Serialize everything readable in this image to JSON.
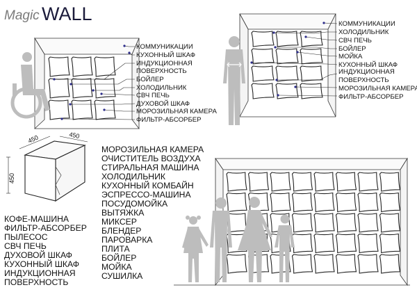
{
  "logo": {
    "magic": "Magic",
    "wall": "WALL"
  },
  "dimensions": {
    "width": "450",
    "depth": "450",
    "height": "450"
  },
  "wall1_labels": [
    "КОММУНИКАЦИИ",
    "КУХОННЫЙ ШКАФ",
    "ИНДУКЦИОННАЯ",
    "ПОВЕРХНОСТЬ",
    "БОЙЛЕР",
    "ХОЛОДИЛЬНИК",
    "СВЧ ПЕЧЬ",
    "ДУХОВОЙ ШКАФ",
    "МОРОЗИЛЬНАЯ КАМЕРА",
    "ФИЛЬТР-АБСОРБЕР"
  ],
  "wall2_labels": [
    "КОММУНИКАЦИИ",
    "ХОЛОДИЛЬНИК",
    "СВЧ ПЕЧЬ",
    "БОЙЛЕР",
    "МОЙКА",
    "КУХОННЫЙ ШКАФ",
    "ИНДУКЦИОННАЯ",
    "ПОВЕРХНОСТЬ",
    "МОРОЗИЛЬНАЯ КАМЕРА",
    "ФИЛЬТР-АБСОРБЕР"
  ],
  "list_center": [
    "МОРОЗИЛЬНАЯ КАМЕРА",
    "ОЧИСТИТЕЛЬ ВОЗДУХА",
    "СТИРАЛЬНАЯ МАШИНА",
    "ХОЛОДИЛЬНИК",
    "КУХОННЫЙ КОМБАЙН",
    "ЭСПРЕССО-МАШИНА",
    "ПОСУДОМОЙКА",
    "ВЫТЯЖКА",
    "МИКСЕР",
    "БЛЕНДЕР",
    "ПАРОВАРКА",
    "ПЛИТА",
    "БОЙЛЕР",
    "МОЙКА",
    "СУШИЛКА"
  ],
  "list_left": [
    "КОФЕ-МАШИНА",
    "ФИЛЬТР-АБСОРБЕР",
    "ПЫЛЕСОС",
    "СВЧ ПЕЧЬ",
    "ДУХОВОЙ ШКАФ",
    "КУХОННЫЙ ШКАФ",
    "ИНДУКЦИОННАЯ",
    "ПОВЕРХНОСТЬ"
  ],
  "colors": {
    "text": "#111111",
    "figure": "#bdbdbd",
    "dot": "#2c2c8a",
    "logo_magic": "#7a7a7a"
  }
}
